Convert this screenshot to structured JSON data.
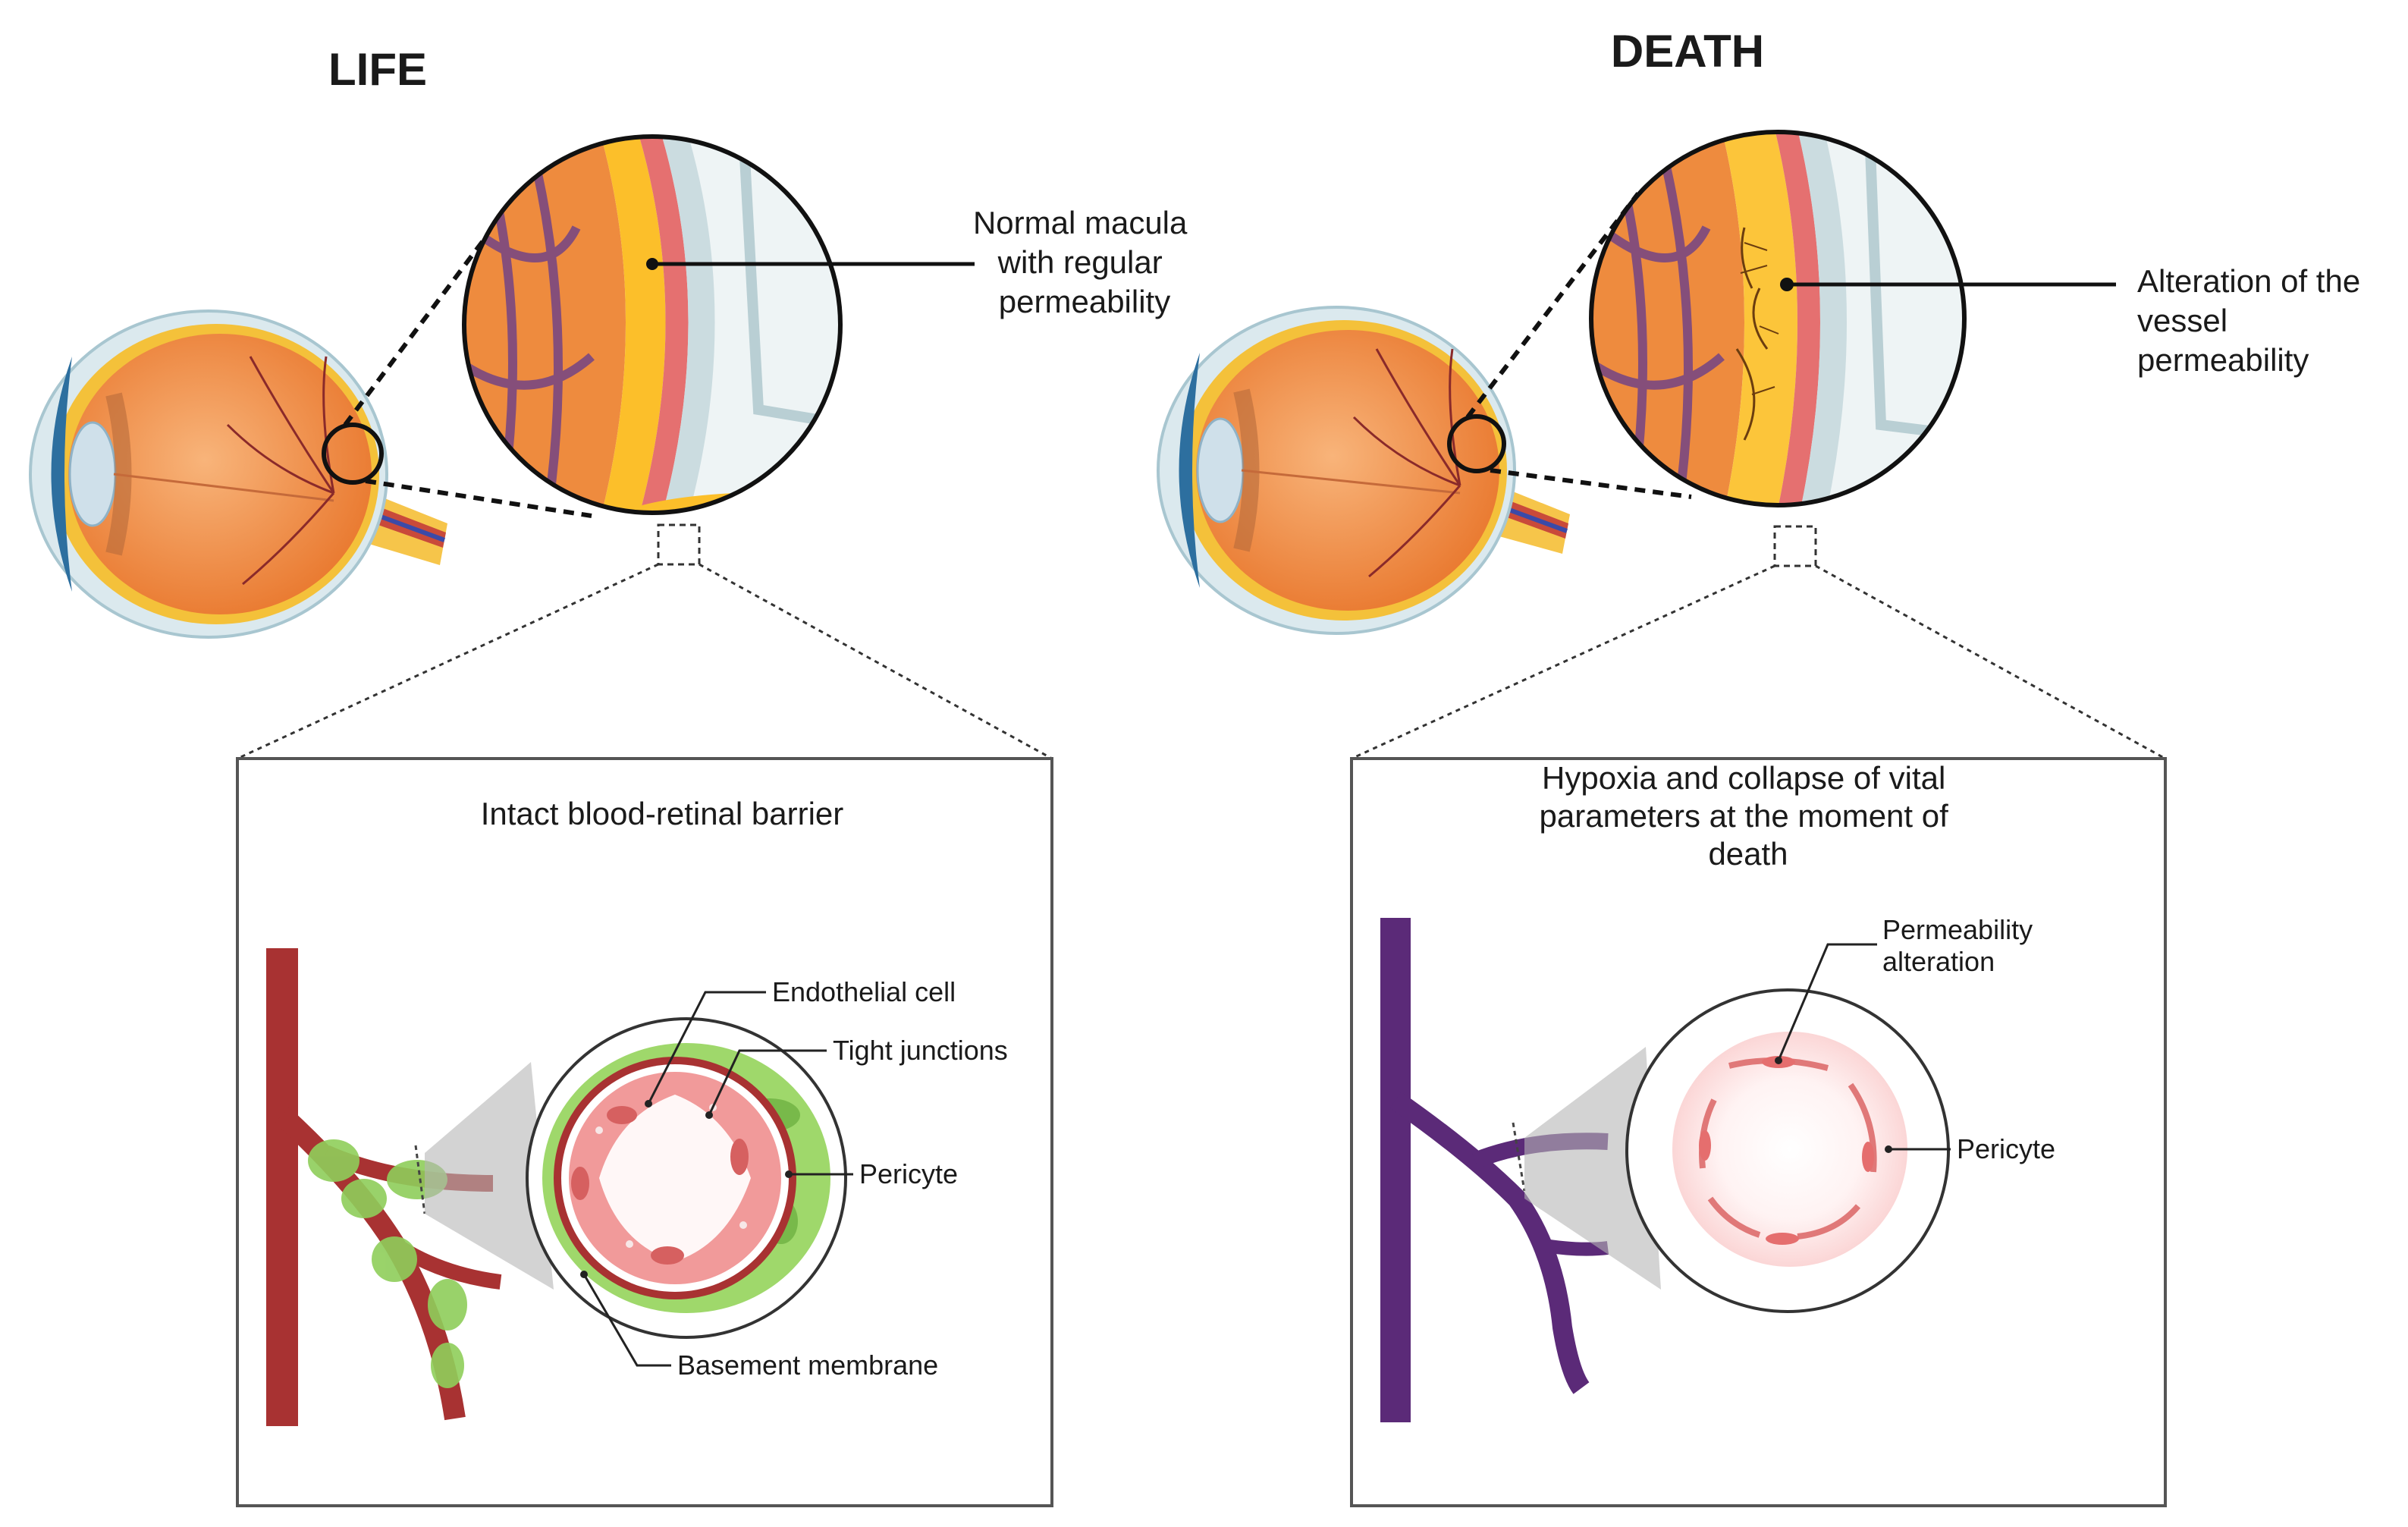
{
  "life": {
    "title": "LIFE",
    "macula_label": [
      "Normal macula",
      "with regular",
      "permeability"
    ],
    "box_title": "Intact blood-retinal barrier",
    "labels": {
      "endothelial": "Endothelial cell",
      "tight": "Tight junctions",
      "pericyte": "Pericyte",
      "basement": "Basement membrane"
    }
  },
  "death": {
    "title": "DEATH",
    "macula_label": [
      "Alteration of the",
      "vessel",
      "permeability"
    ],
    "box_title": [
      "Hypoxia and collapse of vital",
      "parameters at the moment of",
      "death"
    ],
    "labels": {
      "permeability": [
        "Permeability",
        "alteration"
      ],
      "pericyte": "Pericyte"
    }
  },
  "colors": {
    "eye_orange": "#ef8a3c",
    "retina_yellow": "#fbc02d",
    "vessel_red": "#a83232",
    "vessel_purple": "#5b2a78",
    "pericyte_green": "#8fce5a",
    "endothelium_pink": "#f19a9a",
    "sclera_blue": "#cfe3ea"
  }
}
